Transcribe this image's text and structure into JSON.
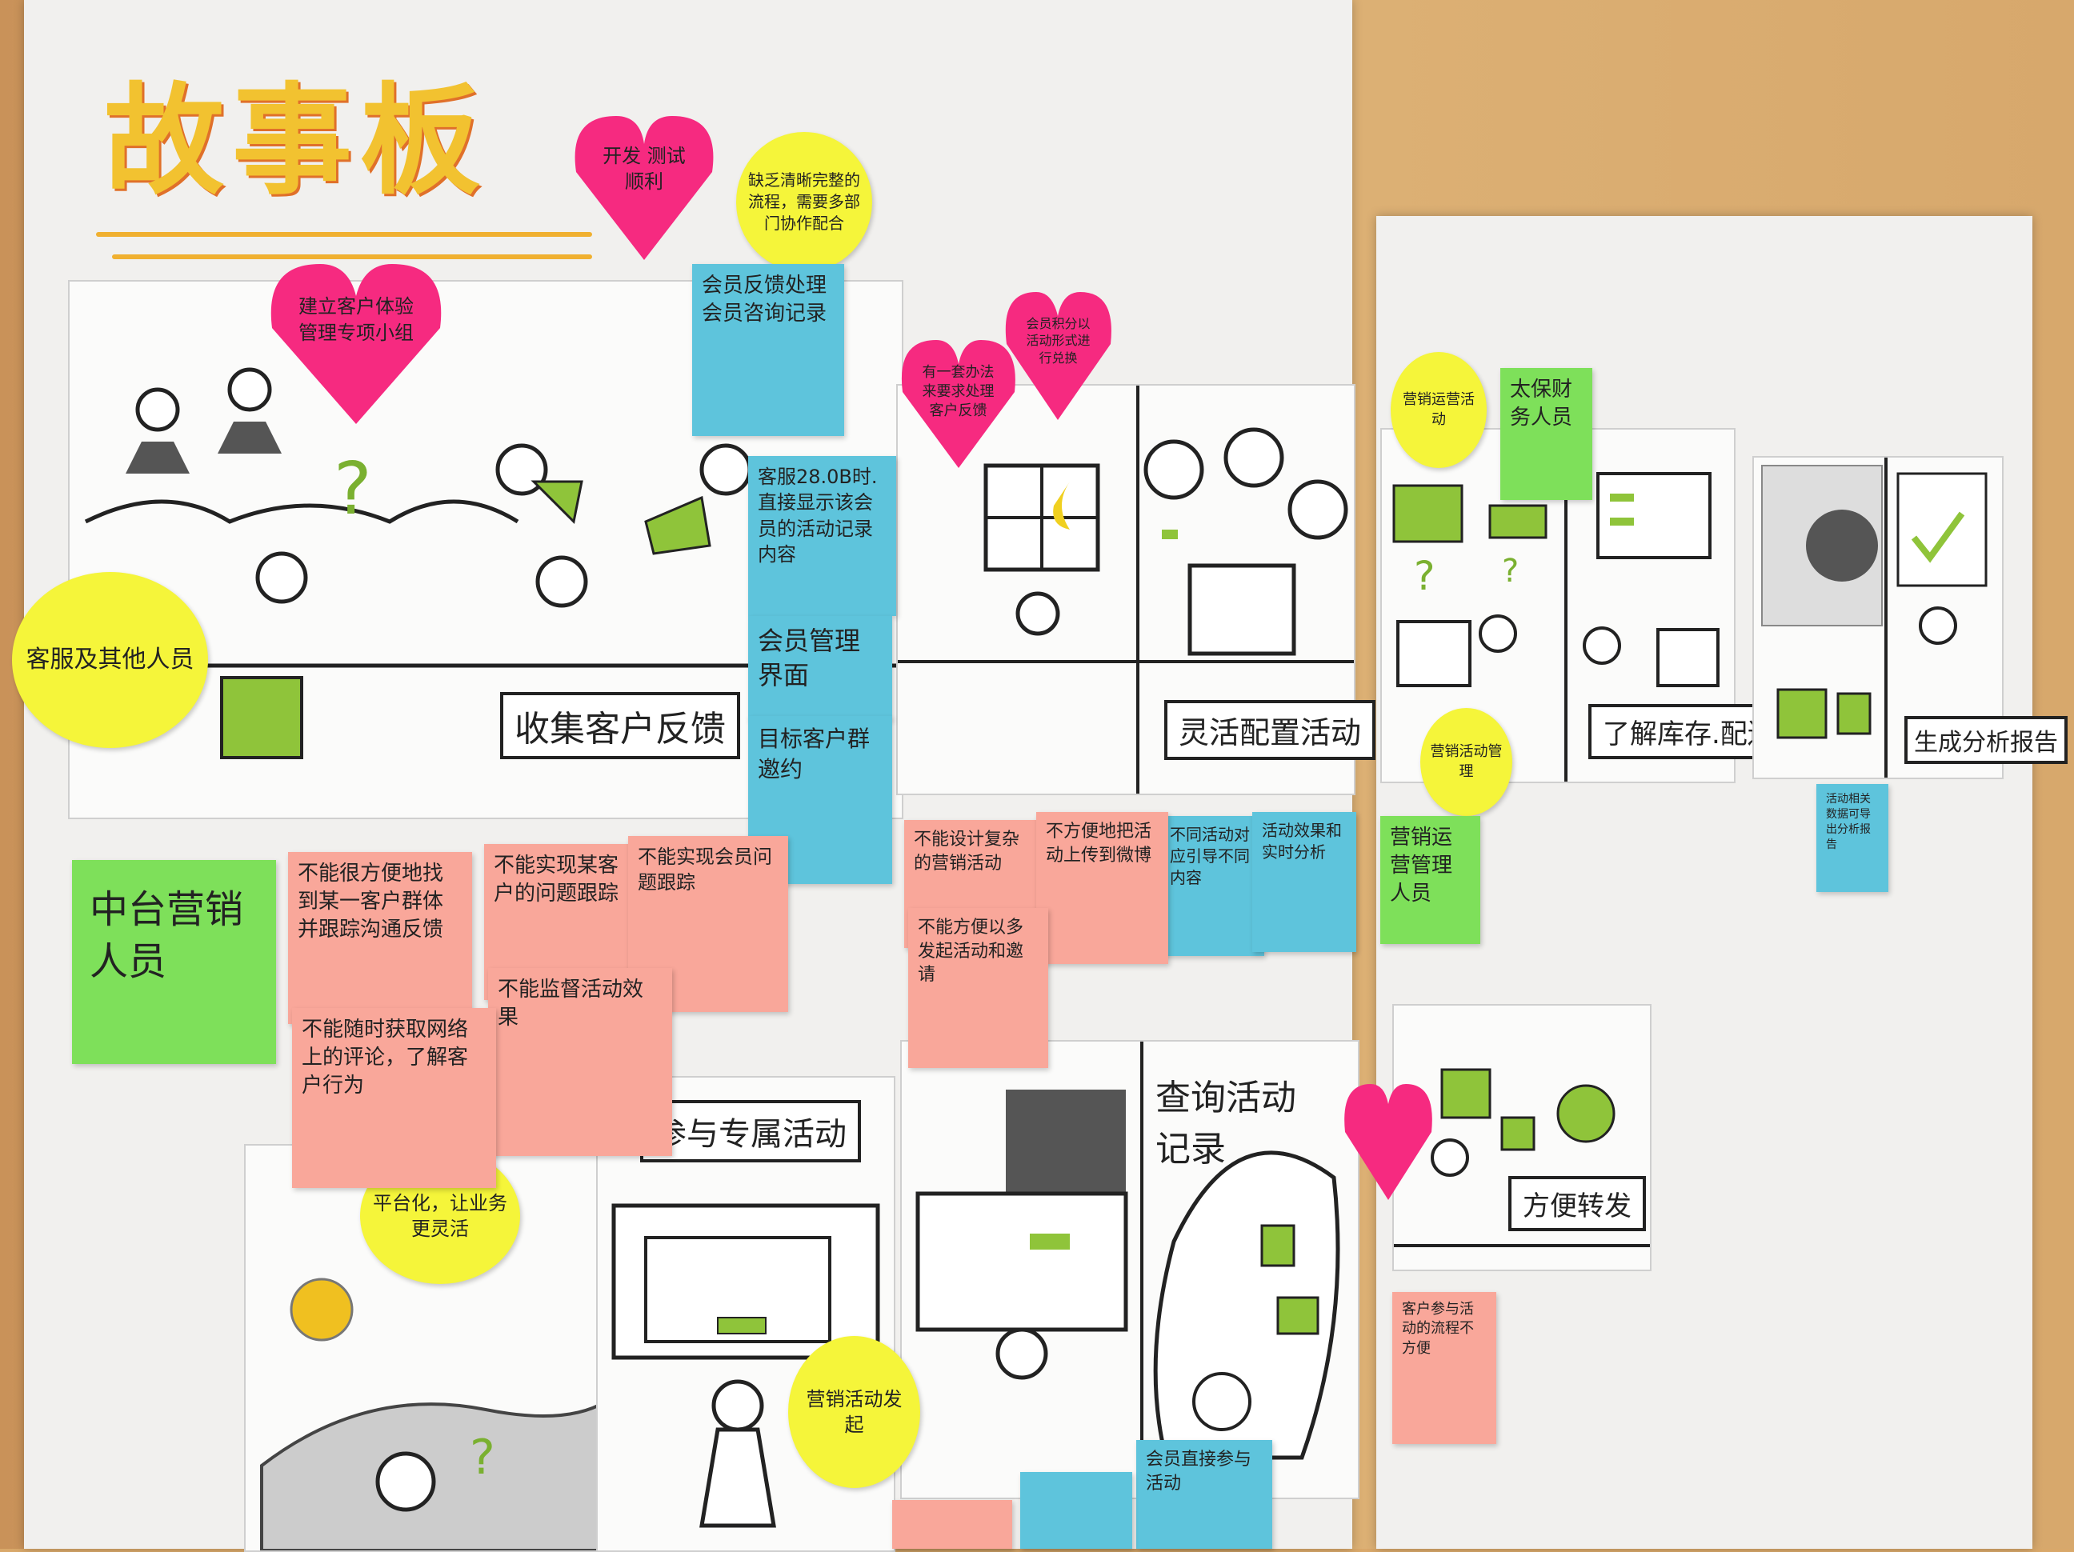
{
  "title": "故事板",
  "captions": {
    "collect_feedback": "收集客户反馈",
    "flexible_config": "灵活配置活动",
    "inventory": "了解库存.配送",
    "report": "生成分析报告",
    "join_event": "参与专属活动",
    "query_event": "查询活动记录",
    "forward": "方便转发"
  },
  "roles": {
    "marketing": "中台营销人员",
    "finance": "太保财务人员",
    "operations": "营销运营管理人员",
    "customer": "客服及其他人员"
  },
  "hearts": [
    "开发 测试 顺利",
    "建立客户体验管理专项小组",
    "有一套办法来要求处理客户反馈",
    "会员积分以活动形式进行兑换"
  ],
  "yellow_notes": [
    "缺乏清晰完整的流程，需要多部门协作配合",
    "客服及其他人员",
    "营销运营活动",
    "平台化，让业务更灵活",
    "营销活动发起",
    "营销活动管理"
  ],
  "blue_notes": [
    "会员反馈处理 会员咨询记录",
    "客服28.0B时.直接显示该会员的活动记录内容",
    "会员管理界面",
    "目标客户群邀约",
    "不同活动对应引导不同内容",
    "活动效果和实时分析",
    "活动相关数据可导出分析报告",
    "会员直接参与活动"
  ],
  "pink_notes": [
    "不能很方便地找到某一客户群体并跟踪沟通反馈",
    "不能实现某客户的问题跟踪",
    "不能实现会员问题跟踪",
    "不能监督活动效果",
    "不能随时获取网络上的评论，了解客户行为",
    "不能设计复杂的营销活动",
    "不方便地把活动上传到微博",
    "不能方便以多发起活动和邀请",
    "客户参与活动的流程不方便"
  ]
}
